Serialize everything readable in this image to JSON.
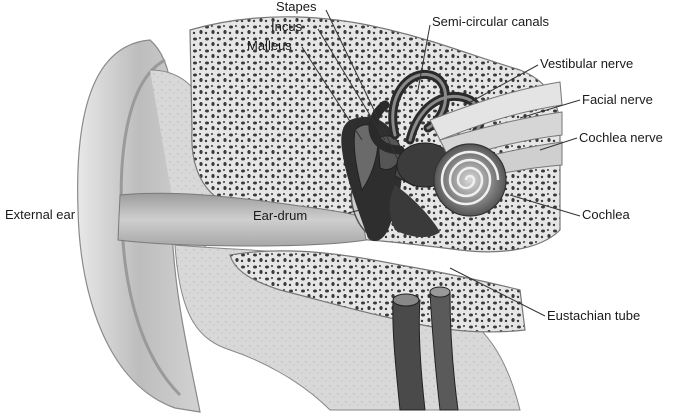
{
  "labels": {
    "stapes": "Stapes",
    "incus": "Incus",
    "malleus": "Malleus",
    "semi_circular_canals": "Semi-circular canals",
    "vestibular_nerve": "Vestibular nerve",
    "facial_nerve": "Facial nerve",
    "cochlea_nerve": "Cochlea nerve",
    "cochlea": "Cochlea",
    "eustachian_tube": "Eustachian tube",
    "external_ear": "External ear",
    "ear_drum": "Ear-drum"
  },
  "colors": {
    "background": "#ffffff",
    "skin": "#cfcfcf",
    "bone": "#e6e6e6",
    "pore": "#333333",
    "canal": "#bdbdbd",
    "dark_structure": "#3a3a3a",
    "leader_line": "#333333"
  }
}
